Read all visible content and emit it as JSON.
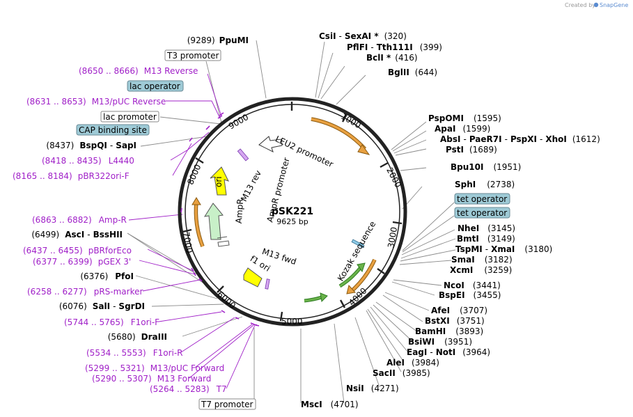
{
  "credit": {
    "prefix": "Created by",
    "brand": "SnapGene"
  },
  "plasmid": {
    "name": "pSK221",
    "size_label": "9625 bp"
  },
  "ticks": [
    {
      "label": "1000",
      "pos": 1000
    },
    {
      "label": "2000",
      "pos": 2000
    },
    {
      "label": "3000",
      "pos": 3000
    },
    {
      "label": "4000",
      "pos": 4000
    },
    {
      "label": "5000",
      "pos": 5000
    },
    {
      "label": "6000",
      "pos": 6000
    },
    {
      "label": "7000",
      "pos": 7000
    },
    {
      "label": "8000",
      "pos": 8000
    },
    {
      "label": "9000",
      "pos": 9000
    }
  ],
  "labels": {
    "l0": {
      "name": "PpuMI",
      "num": "(9289)"
    },
    "l1": {
      "name": "CsiI",
      "sep": "-",
      "name2": "SexAI *",
      "num": "(320)"
    },
    "l2": {
      "name": "PflFI",
      "sep": "-",
      "name2": "Tth111I",
      "num": "(399)"
    },
    "l3": {
      "name": "BclI *",
      "num": "(416)"
    },
    "l4": {
      "name": "BglII",
      "num": "(644)"
    },
    "l5": {
      "name": "PspOMI",
      "num": "(1595)"
    },
    "l6": {
      "name": "ApaI",
      "num": "(1599)"
    },
    "l7": {
      "name": "AbsI",
      "sep": "-",
      "name2": "PaeR7I",
      "sep2": "-",
      "name3": "PspXI",
      "sep3": "-",
      "name4": "XhoI",
      "num": "(1612)"
    },
    "l8": {
      "name": "PstI",
      "num": "(1689)"
    },
    "l9": {
      "name": "Bpu10I",
      "num": "(1951)"
    },
    "l10": {
      "name": "SphI",
      "num": "(2738)"
    },
    "l11": {
      "name": "NheI",
      "num": "(3145)"
    },
    "l12": {
      "name": "BmtI",
      "num": "(3149)"
    },
    "l13": {
      "name": "TspMI",
      "sep": "-",
      "name2": "XmaI",
      "num": "(3180)"
    },
    "l14": {
      "name": "SmaI",
      "num": "(3182)"
    },
    "l15": {
      "name": "XcmI",
      "num": "(3259)"
    },
    "l16": {
      "name": "NcoI",
      "num": "(3441)"
    },
    "l17": {
      "name": "BspEI",
      "num": "(3455)"
    },
    "l18": {
      "name": "AfeI",
      "num": "(3707)"
    },
    "l19": {
      "name": "BstXI",
      "num": "(3751)"
    },
    "l20": {
      "name": "BamHI",
      "num": "(3893)"
    },
    "l21": {
      "name": "BsiWI",
      "num": "(3951)"
    },
    "l22": {
      "name": "EagI",
      "sep": "-",
      "name2": "NotI",
      "num": "(3964)"
    },
    "l23": {
      "name": "AleI",
      "num": "(3984)"
    },
    "l24": {
      "name": "SacII",
      "num": "(3985)"
    },
    "l25": {
      "name": "NsiI",
      "num": "(4271)"
    },
    "l26": {
      "name": "MscI",
      "num": "(4701)"
    },
    "l27": {
      "name": "DraIII",
      "num": "(5680)"
    },
    "l28": {
      "name": "SalI",
      "sep": "-",
      "name2": "SgrDI",
      "num": "(6076)"
    },
    "l29": {
      "name": "PfoI",
      "num": "(6376)"
    },
    "l30": {
      "name": "AscI",
      "sep": "-",
      "name2": "BssHII",
      "num": "(6499)"
    },
    "l31": {
      "name": "BspQI",
      "sep": "-",
      "name2": "SapI",
      "num": "(8437)"
    }
  },
  "primers": {
    "p0": {
      "range": "(8650 .. 8666)",
      "name": "M13 Reverse"
    },
    "p1": {
      "range": "(8631 .. 8653)",
      "name": "M13/pUC Reverse"
    },
    "p2": {
      "range": "(8418 .. 8435)",
      "name": "L4440"
    },
    "p3": {
      "range": "(8165 .. 8184)",
      "name": "pBR322ori-F"
    },
    "p4": {
      "range": "(6863 .. 6882)",
      "name": "Amp-R"
    },
    "p5": {
      "range": "(6437 .. 6455)",
      "name": "pBRforEco"
    },
    "p6": {
      "range": "(6377 .. 6399)",
      "name": "pGEX 3'"
    },
    "p7": {
      "range": "(6258 .. 6277)",
      "name": "pRS-marker"
    },
    "p8": {
      "range": "(5744 .. 5765)",
      "name": "F1ori-F"
    },
    "p9": {
      "range": "(5534 .. 5553)",
      "name": "F1ori-R"
    },
    "p10": {
      "range": "(5299 .. 5321)",
      "name": "M13/pUC Forward"
    },
    "p11": {
      "range": "(5290 .. 5307)",
      "name": "M13 Forward"
    },
    "p12": {
      "range": "(5264 .. 5283)",
      "name": "T7"
    }
  },
  "features": {
    "t3": "T3 promoter",
    "lacop": "lac operator",
    "lacprom": "lac promoter",
    "cap": "CAP binding site",
    "tet1": "tet operator",
    "tet2": "tet operator",
    "t7": "T7 promoter",
    "leu2": "LEU2 promoter",
    "m13rev": "M13 rev",
    "ori": "ori",
    "ampr_prom": "AmpR promoter",
    "ampr": "AmpR",
    "m13fwd": "M13 fwd",
    "f1ori": "f1 ori",
    "kozak": "Kozak sequence"
  },
  "colors": {
    "backbone": "#222222",
    "enzyme_line": "#888888",
    "primer": "#a020c8",
    "feature_box": "#9ecad6",
    "orange_feature": "#e8a040",
    "yellow_feature": "#ffff00",
    "green_feature": "#6ab24a",
    "ampr_fill": "#c8f0c8"
  }
}
